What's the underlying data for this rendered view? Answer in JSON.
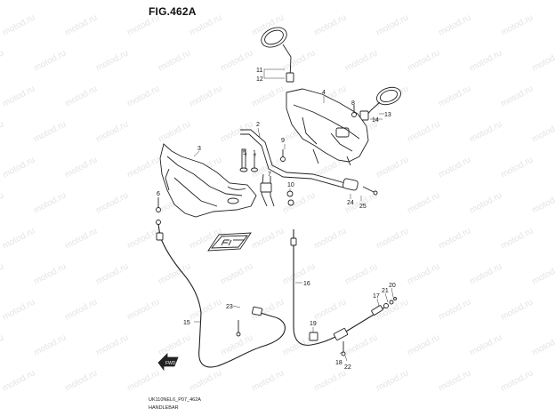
{
  "figure_title": "FIG.462A",
  "watermark_text": "motod.ru",
  "caption_lines": [
    "UK110NEL6_P07_462A",
    "HANDLEBAR"
  ],
  "callouts": [
    "1",
    "2",
    "3",
    "4",
    "5",
    "6",
    "7",
    "8",
    "9",
    "10",
    "11",
    "12",
    "13",
    "14",
    "15",
    "16",
    "17",
    "18",
    "19",
    "20",
    "21",
    "22",
    "23",
    "24",
    "25"
  ],
  "icons": {
    "logo_badge": "fi-logo-icon",
    "front_arrow": "fwd-arrow-icon"
  },
  "front_arrow_text": "FWD",
  "colors": {
    "ink": "#222222",
    "watermark": "#e4e4e4",
    "background": "#ffffff"
  }
}
